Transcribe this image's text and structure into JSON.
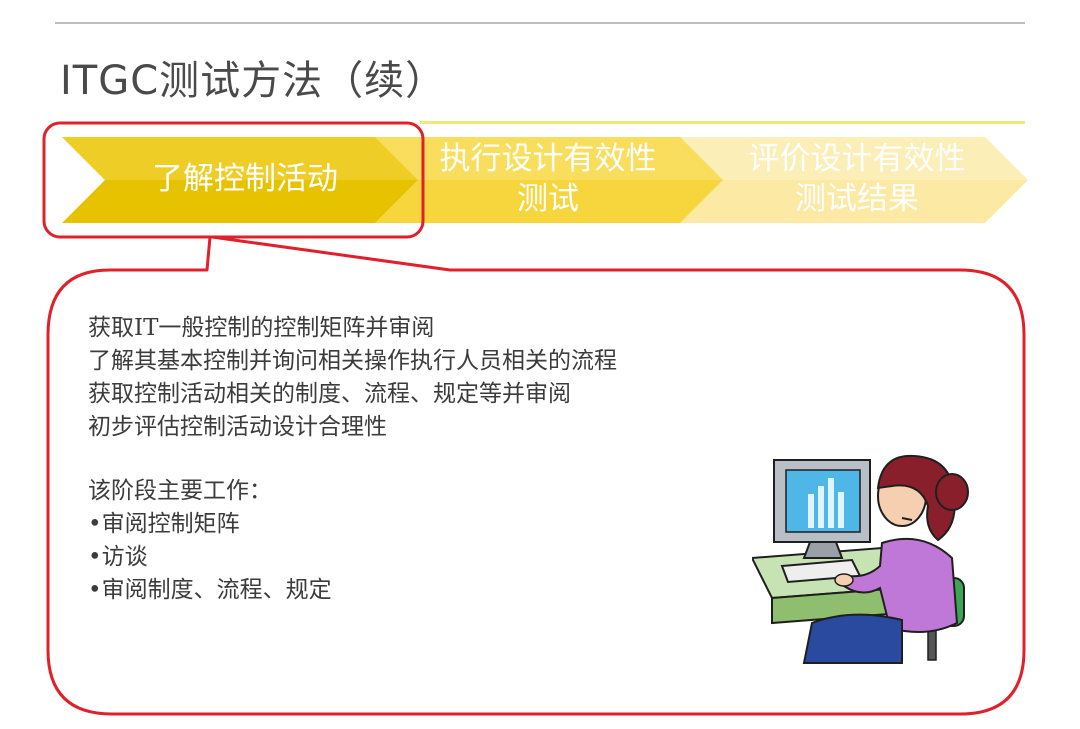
{
  "slide": {
    "title": "ITGC测试方法（续）"
  },
  "steps": [
    {
      "lines": [
        "了解控制活动"
      ],
      "active": true,
      "color": "#e6c200"
    },
    {
      "lines": [
        "执行设计有效性",
        "测试"
      ],
      "active": false,
      "color": "#f6d63c"
    },
    {
      "lines": [
        "评价设计有效性",
        "测试结果"
      ],
      "active": false,
      "color": "#fbe9a4"
    }
  ],
  "details": {
    "activities": [
      "获取IT一般控制的控制矩阵并审阅",
      "了解其基本控制并询问相关操作执行人员相关的流程",
      "获取控制活动相关的制度、流程、规定等并审阅",
      "初步评估控制活动设计合理性"
    ],
    "work_title": "该阶段主要工作：",
    "work_items": [
      "•审阅控制矩阵",
      "•访谈",
      "•审阅制度、流程、规定"
    ]
  },
  "colors": {
    "highlight_border": "#e0202a",
    "title_text": "#4a4a4a",
    "body_text": "#3c3c3c"
  },
  "illustration": {
    "icon": "person-at-computer-icon"
  }
}
